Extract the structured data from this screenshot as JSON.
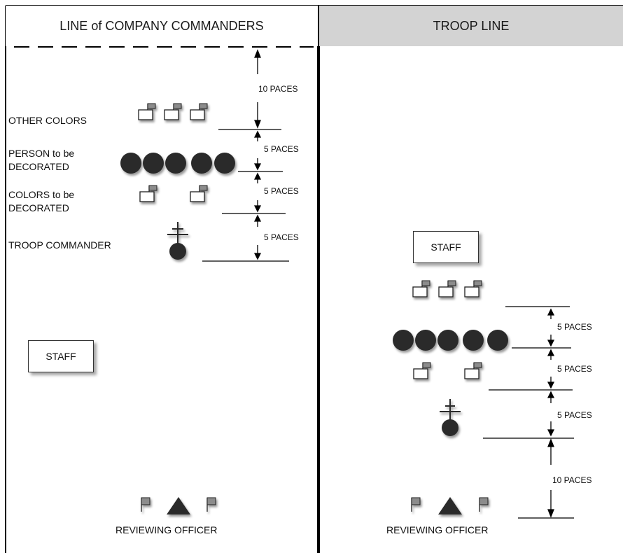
{
  "left_panel": {
    "header": "LINE of COMPANY COMMANDERS",
    "labels": {
      "other_colors": "OTHER COLORS",
      "person_line1": "PERSON to be",
      "person_line2": "DECORATED",
      "colors_line1": "COLORS to be",
      "colors_line2": "DECORATED",
      "troop_commander": "TROOP COMMANDER"
    },
    "paces": [
      "10 PACES",
      "5 PACES",
      "5 PACES",
      "5 PACES"
    ],
    "staff": "STAFF",
    "reviewing_officer": "REVIEWING OFFICER"
  },
  "right_panel": {
    "header": "TROOP LINE",
    "staff": "STAFF",
    "paces": [
      "5 PACES",
      "5 PACES",
      "5 PACES",
      "10 PACES"
    ],
    "reviewing_officer": "REVIEWING OFFICER"
  },
  "colors": {
    "header_right_bg": "#d3d3d3",
    "symbol_fill": "#2b2b2b",
    "flag_fill": "#8c8c8c",
    "line": "#000000"
  }
}
